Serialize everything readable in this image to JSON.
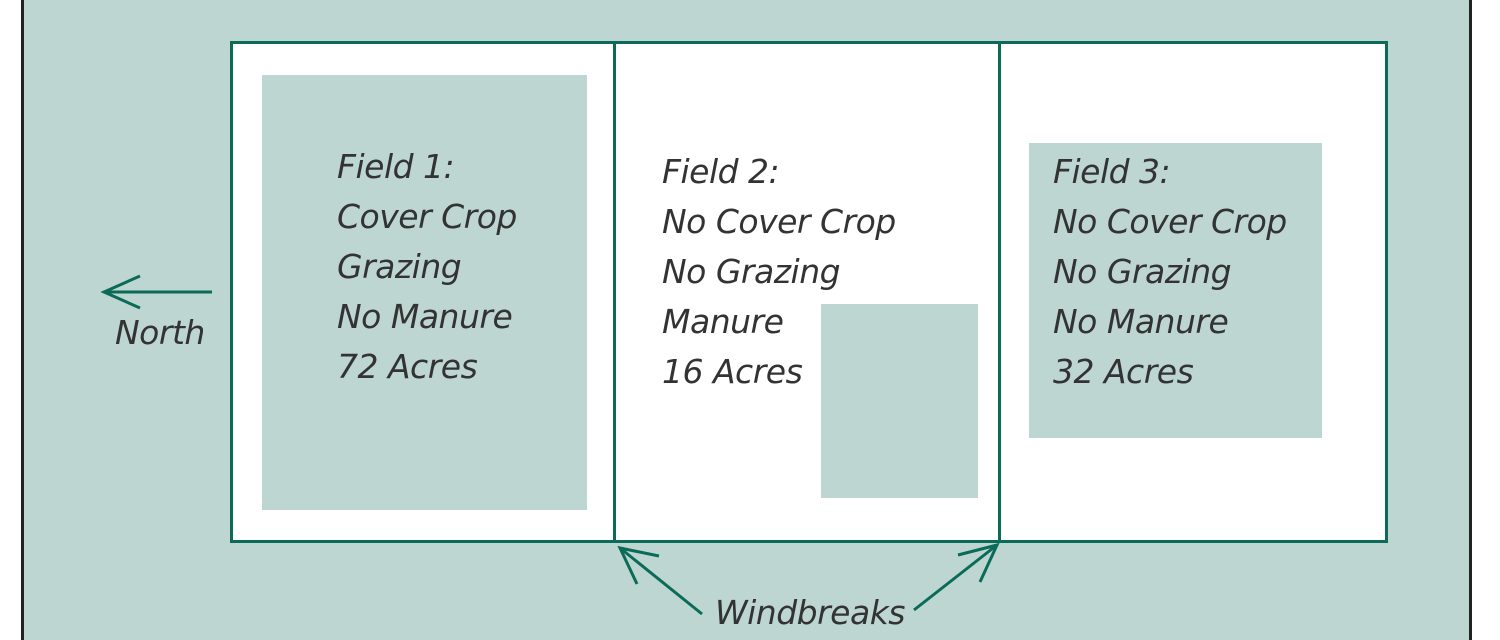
{
  "fields": [
    {
      "lines": [
        "Field 1:",
        "Cover Crop",
        "Grazing",
        "No Manure",
        "72 Acres"
      ]
    },
    {
      "lines": [
        "Field 2:",
        "No Cover Crop",
        "No Grazing",
        "Manure",
        "16 Acres"
      ]
    },
    {
      "lines": [
        "Field 3:",
        "No Cover Crop",
        "No Grazing",
        "No Manure",
        "32 Acres"
      ]
    }
  ],
  "north_label": "North",
  "windbreaks_label": "Windbreaks",
  "colors": {
    "background": "#bdd6d1",
    "accent": "#0b6b58",
    "text": "#333333"
  }
}
